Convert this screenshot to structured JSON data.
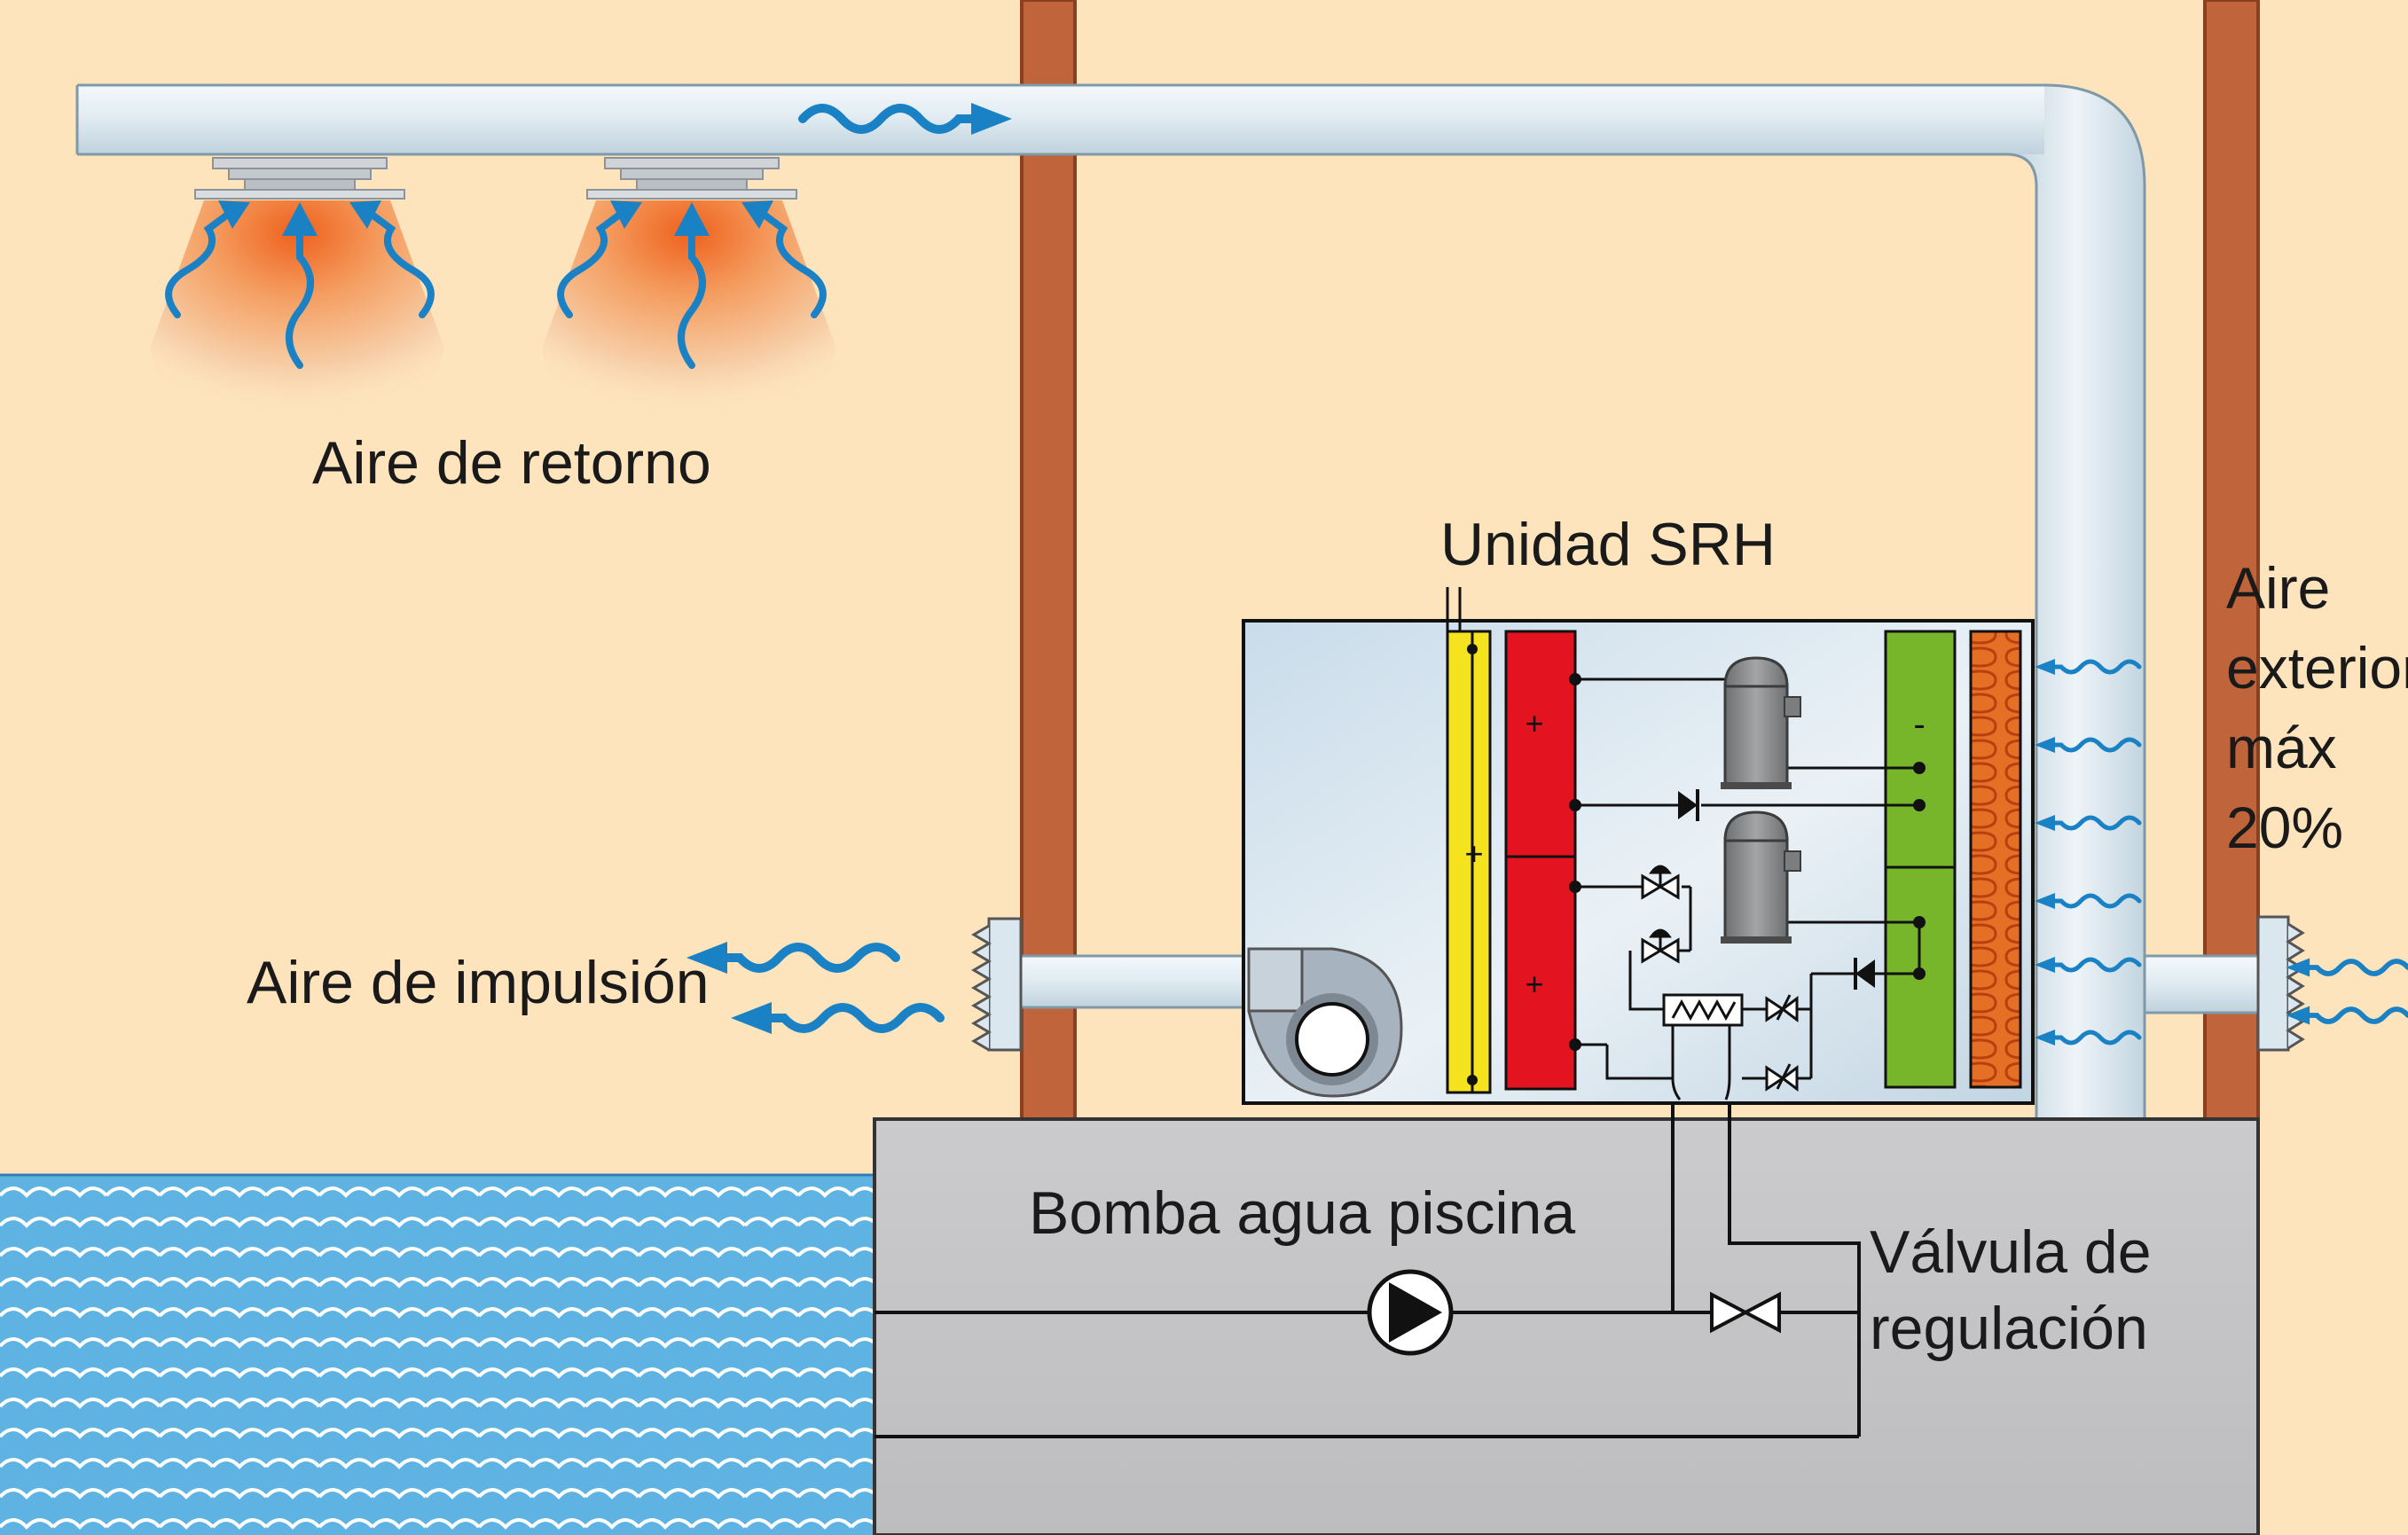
{
  "labels": {
    "return_air": "Aire de retorno",
    "unit": "Unidad SRH",
    "supply_air": "Aire de impulsión",
    "outside_air": [
      "Aire",
      "exterior",
      "máx",
      "20%"
    ],
    "pool_pump": "Bomba agua piscina",
    "valve": [
      "Válvula de",
      "regulación"
    ]
  },
  "signs": {
    "plus": "+",
    "minus": "-"
  },
  "colors": {
    "wall_background": "#fde4bd",
    "wall_column": "#c0643c",
    "duct": "#dbe7ee",
    "pool_water": "#5eb3e2",
    "base": "#c8c8ca",
    "air_arrow": "#1a82c4",
    "coil_yellow": "#f6e31f",
    "coil_red": "#e3141f",
    "coil_green": "#77b52b",
    "filter_orange": "#e56f24",
    "compressor": "#8f9193"
  },
  "icons": [
    "fan-icon",
    "compressor-icon",
    "pump-icon",
    "gate-valve-icon",
    "check-valve-icon",
    "expansion-valve-icon",
    "heat-exchanger-icon",
    "diffuser-icon",
    "grille-icon",
    "wavy-arrow-icon"
  ]
}
